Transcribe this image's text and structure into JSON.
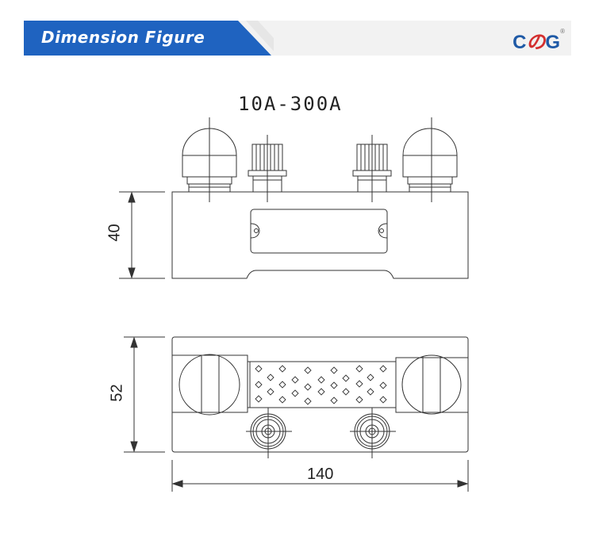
{
  "header": {
    "title": "Dimension Figure",
    "banner_color": "#1f63c0",
    "background_color": "#f2f2f2"
  },
  "logo": {
    "part1": "C",
    "part2": "の",
    "part3": "G",
    "registered": "®",
    "primary_color": "#1f5aa6",
    "accent_color": "#d32f2f"
  },
  "drawing": {
    "model_range": "10A-300A",
    "front_view": {
      "height_label": "40"
    },
    "top_view": {
      "depth_label": "52",
      "width_label": "140"
    }
  }
}
